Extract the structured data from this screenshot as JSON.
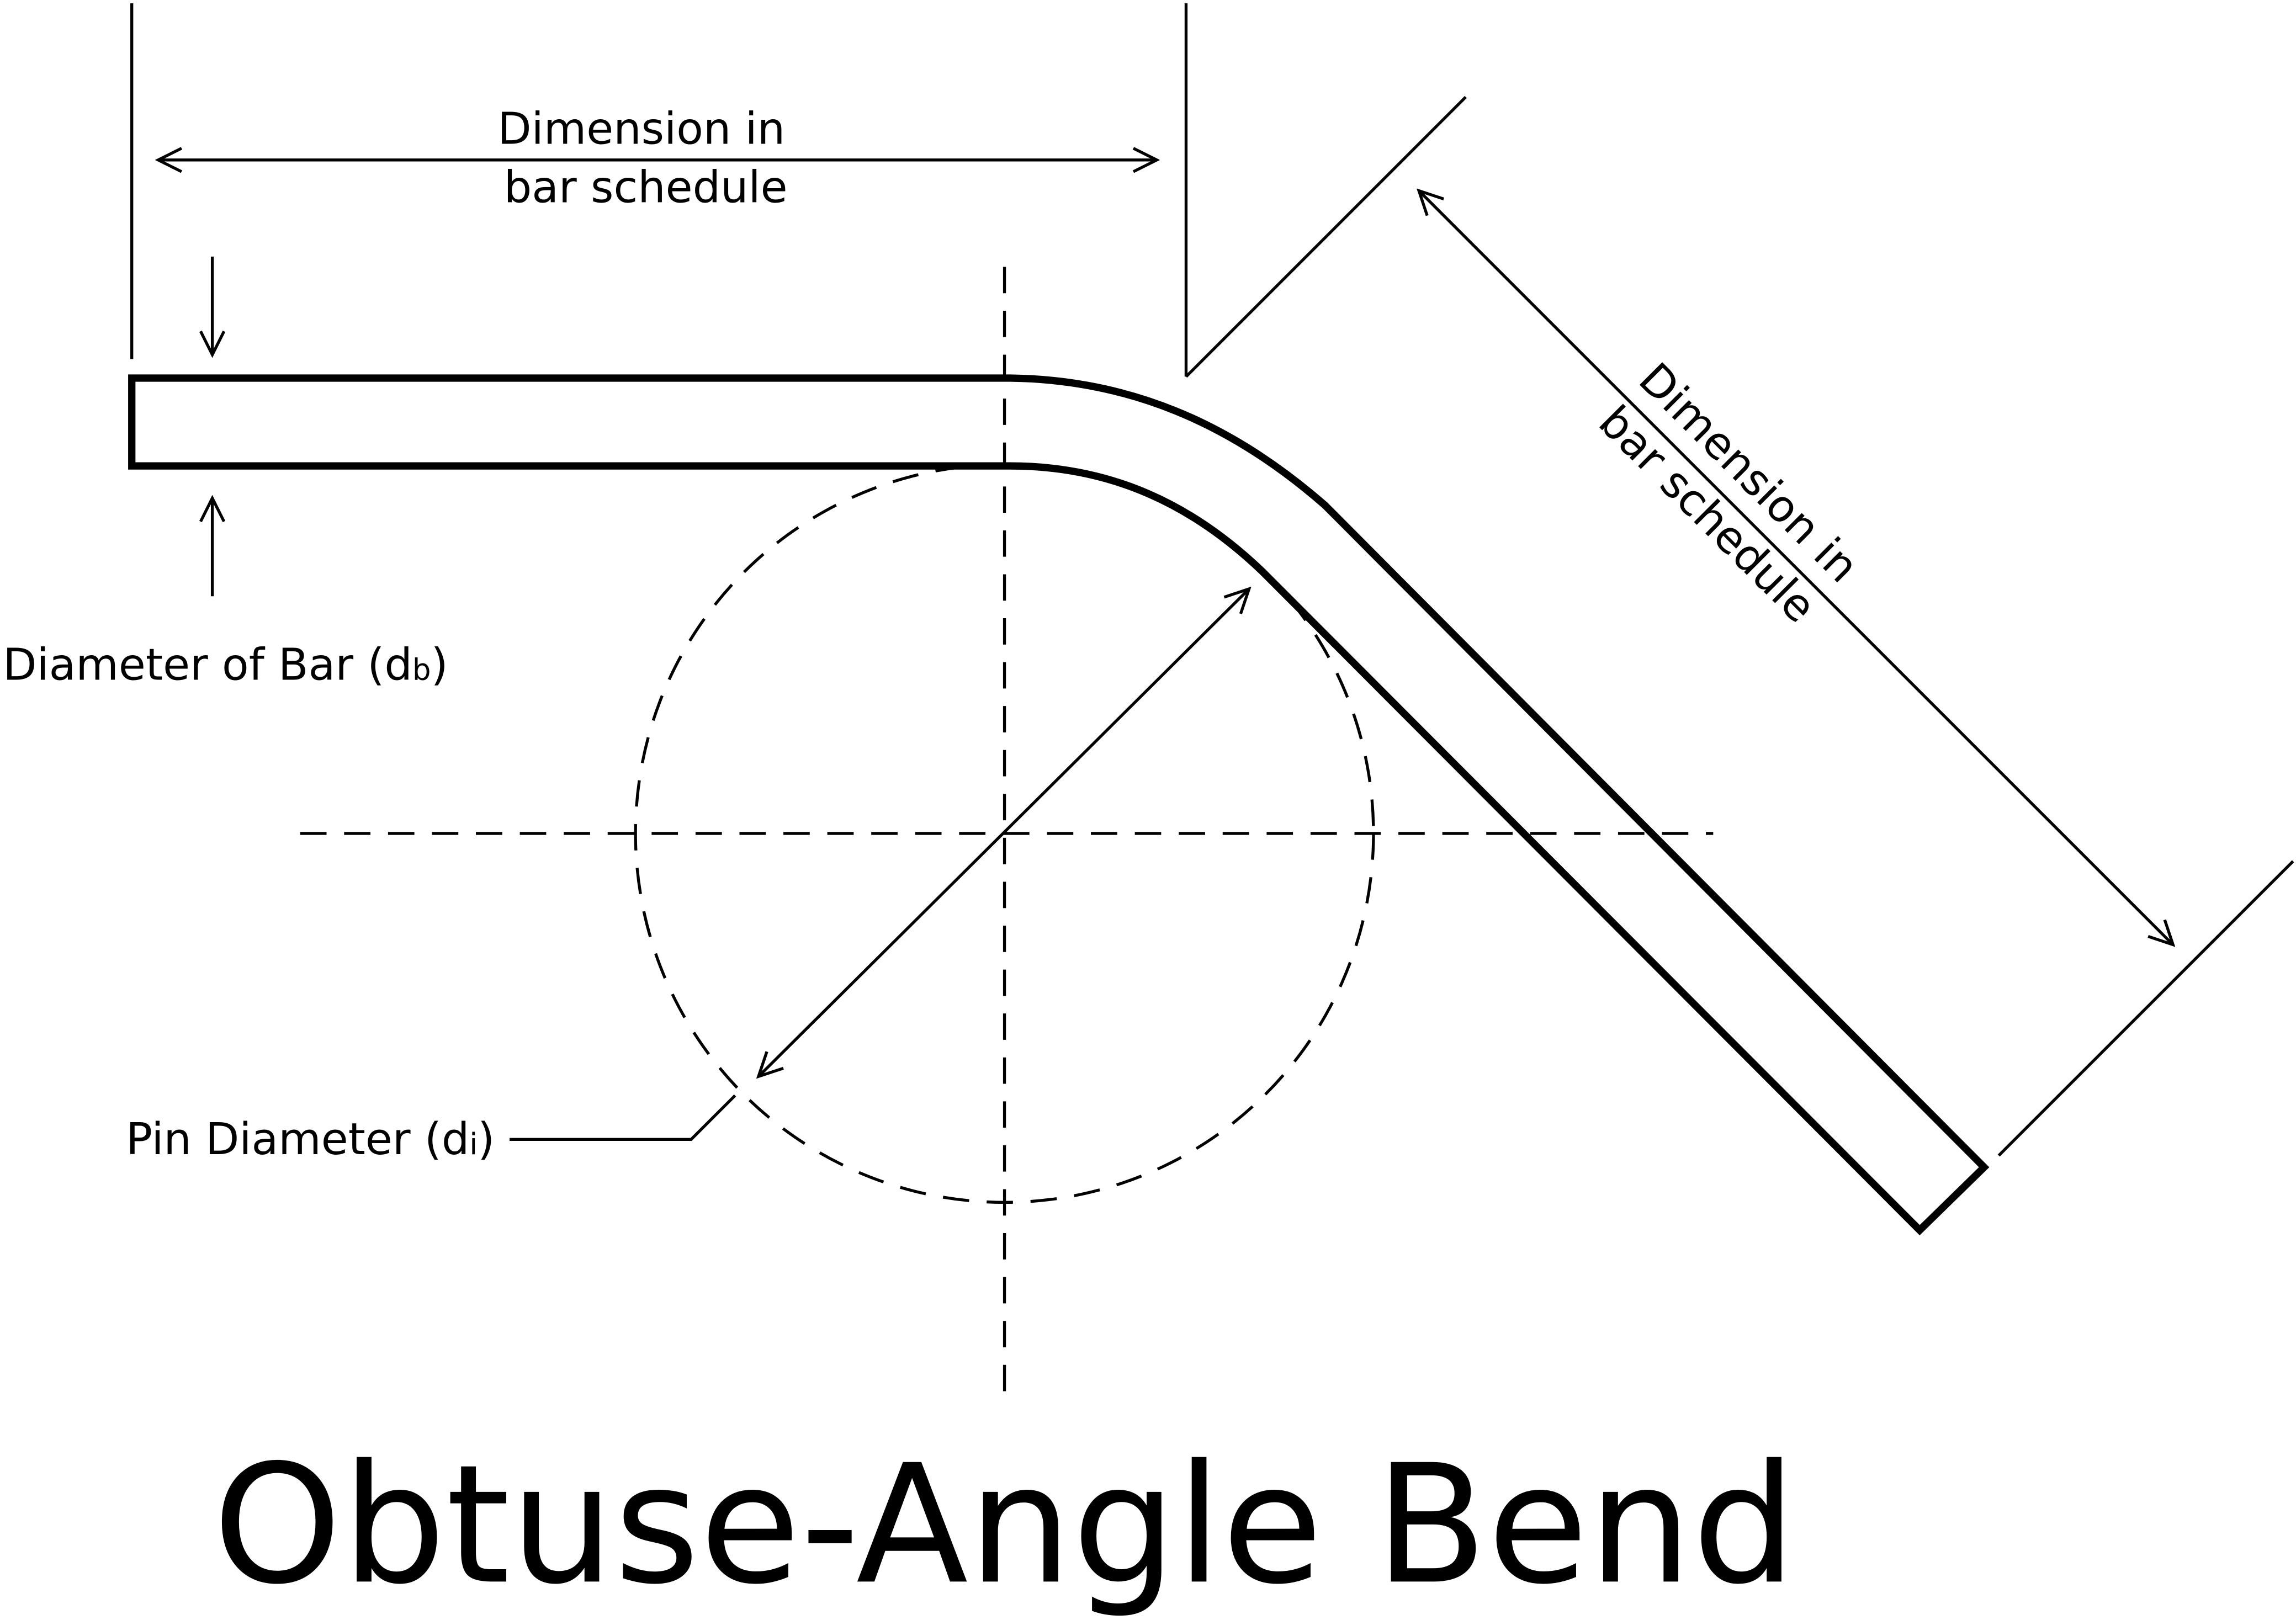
{
  "labels": {
    "dim_top_line1": "Dimension in",
    "dim_top_line2": "bar schedule",
    "dim_diag_line1": "Dimension in",
    "dim_diag_line2": "bar schedule",
    "bar_diameter_text": "Diameter of Bar (d",
    "bar_diameter_sub": "b",
    "bar_diameter_close": ")",
    "pin_diameter_text": "Pin Diameter (d",
    "pin_diameter_sub": "i",
    "pin_diameter_close": ")"
  },
  "title": "Obtuse-Angle Bend",
  "colors": {
    "stroke": "#000000",
    "background": "#ffffff"
  }
}
